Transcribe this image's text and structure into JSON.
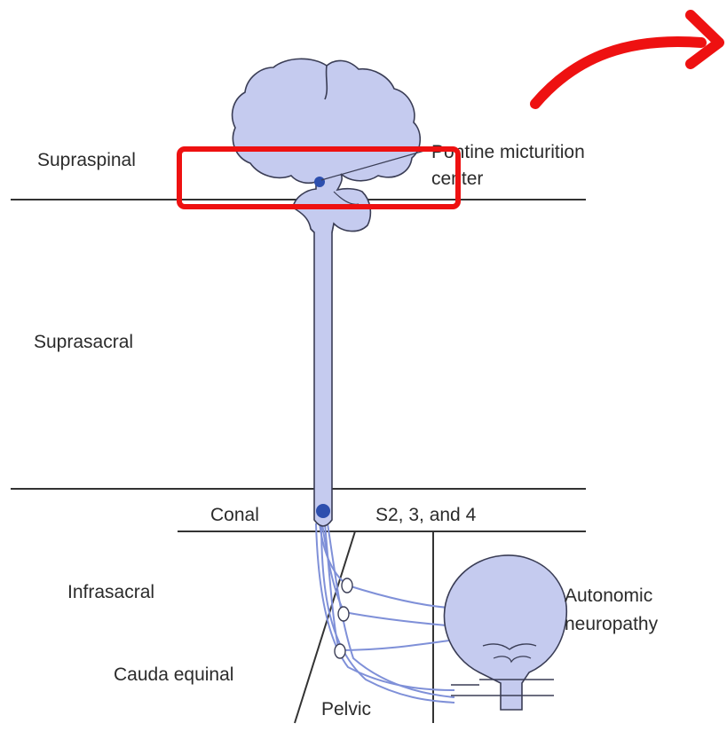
{
  "labels": {
    "supraspinal": "Supraspinal",
    "suprasacral": "Suprasacral",
    "conal": "Conal",
    "s234": "S2, 3, and 4",
    "infrasacral": "Infrasacral",
    "cauda_equinal": "Cauda equinal",
    "pelvic": "Pelvic",
    "pontine_line1": "Pontine micturition",
    "pontine_line2": "center",
    "autonomic_line1": "Autonomic",
    "autonomic_line2": "neuropathy"
  },
  "colors": {
    "structure_fill": "#c5cbef",
    "structure_stroke": "#3a3d55",
    "nerve": "#7f90d8",
    "nucleus": "#2d4fae",
    "divider": "#333333",
    "highlight_annotation": "#ee1111"
  },
  "icons": {
    "brain": "brain-icon",
    "bladder": "bladder-icon",
    "arrow": "curved-arrow-icon"
  }
}
